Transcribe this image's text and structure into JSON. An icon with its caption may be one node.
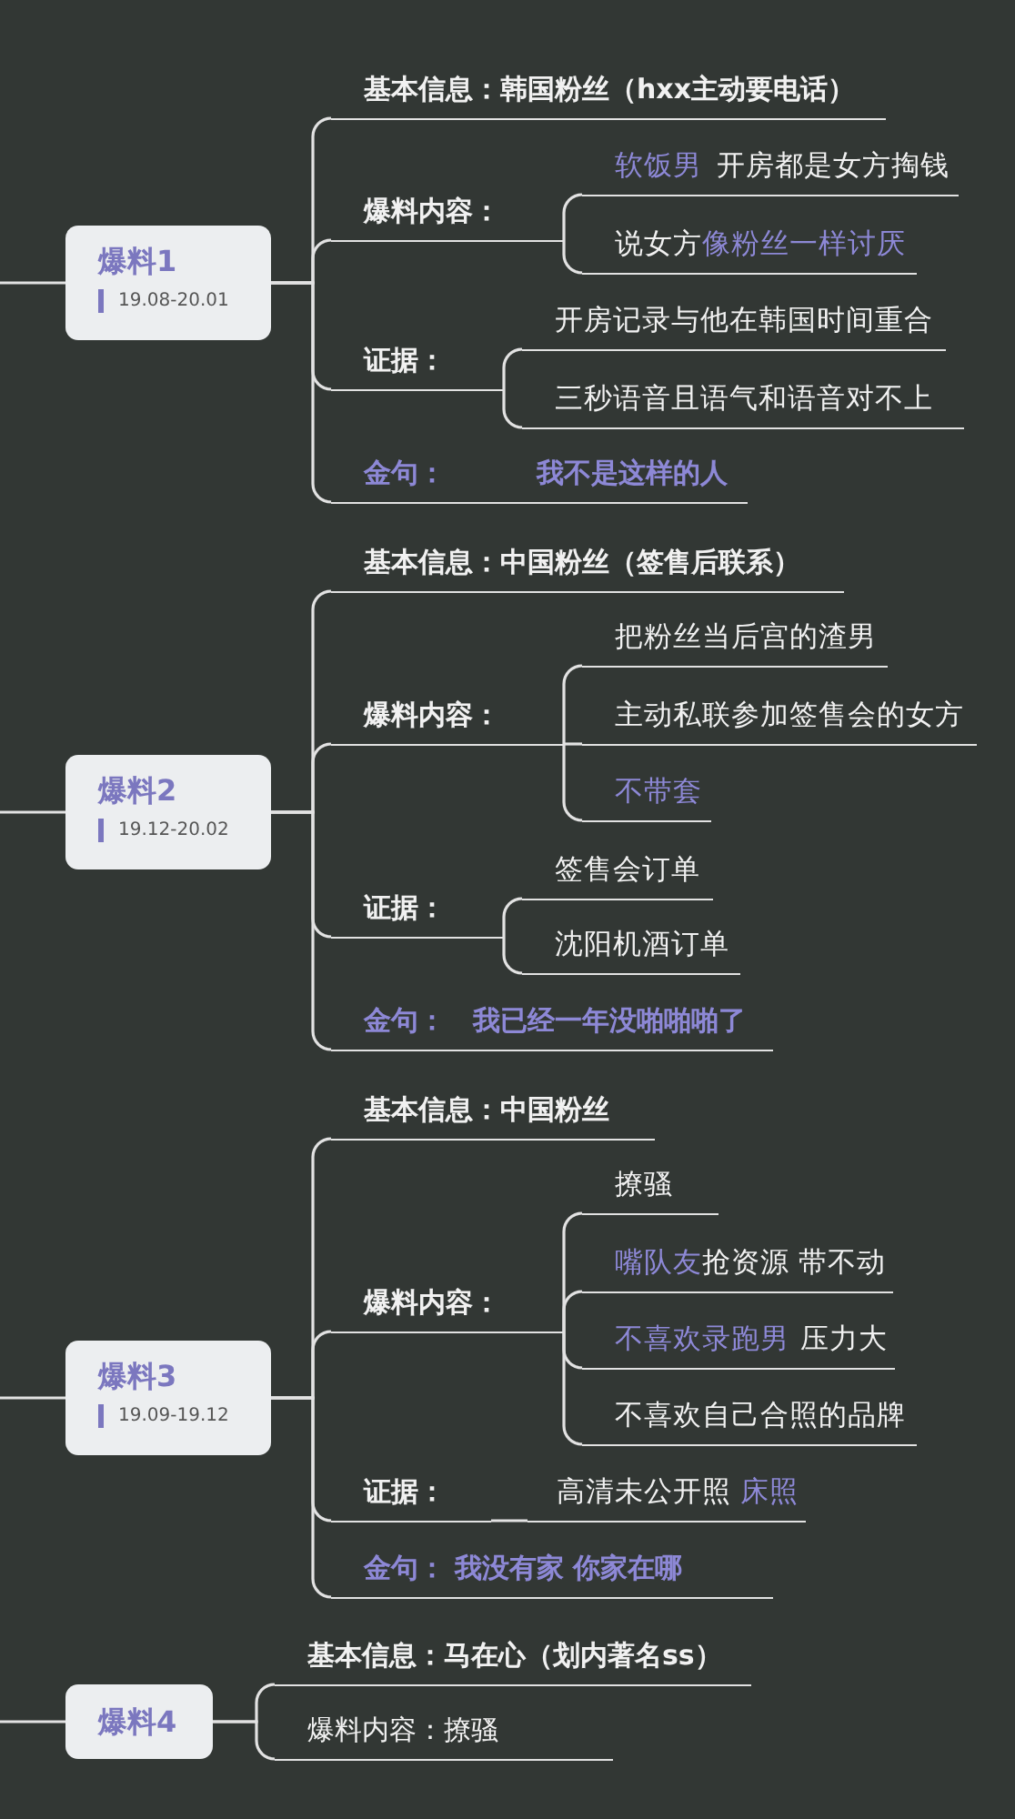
{
  "diagram": {
    "nodes": [
      {
        "text": [
          "爆料1",
          "19.08-20.01"
        ]
      },
      {
        "text": [
          "基本信息：韩国粉丝（hxx主动要电话）"
        ]
      },
      {
        "text": [
          "爆料内容："
        ]
      },
      {
        "text": [
          "软饭男",
          "开房都是女方掏钱"
        ]
      },
      {
        "text": [
          "说女方",
          "像粉丝一样讨厌"
        ]
      },
      {
        "text": [
          "证据："
        ]
      },
      {
        "text": [
          "开房记录与他在韩国时间重合"
        ]
      },
      {
        "text": [
          "三秒语音且语气和语音对不上"
        ]
      },
      {
        "text": [
          "金句：",
          "我不是这样的人"
        ]
      },
      {
        "text": [
          "爆料2",
          "19.12-20.02"
        ]
      },
      {
        "text": [
          "基本信息：中国粉丝（签售后联系）"
        ]
      },
      {
        "text": [
          "爆料内容："
        ]
      },
      {
        "text": [
          "把粉丝当后宫的渣男"
        ]
      },
      {
        "text": [
          "主动私联参加签售会的女方"
        ]
      },
      {
        "text": [
          "不带套"
        ]
      },
      {
        "text": [
          "证据："
        ]
      },
      {
        "text": [
          "签售会订单"
        ]
      },
      {
        "text": [
          "沈阳机酒订单"
        ]
      },
      {
        "text": [
          "金句：",
          "我已经一年没啪啪啪了"
        ]
      },
      {
        "text": [
          "爆料3",
          "19.09-19.12"
        ]
      },
      {
        "text": [
          "基本信息：中国粉丝"
        ]
      },
      {
        "text": [
          "爆料内容："
        ]
      },
      {
        "text": [
          "撩骚"
        ]
      },
      {
        "text": [
          "嘴队友",
          "抢资源 带不动"
        ]
      },
      {
        "text": [
          "不喜欢录跑男",
          "压力大"
        ]
      },
      {
        "text": [
          "不喜欢自己合照的品牌"
        ]
      },
      {
        "text": [
          "证据："
        ]
      },
      {
        "text": [
          "高清未公开照",
          "床照"
        ]
      },
      {
        "text": [
          "金句：",
          "我没有家 你家在哪"
        ]
      },
      {
        "text": [
          "爆料4"
        ]
      },
      {
        "text": [
          "基本信息：马在心（划内著名ss）"
        ]
      },
      {
        "text": [
          "爆料内容：撩骚"
        ]
      }
    ],
    "edges": [
      {
        "from": null,
        "to": 0,
        "arrow": "none"
      },
      {
        "from": 0,
        "to": 1,
        "arrow": "none"
      },
      {
        "from": 0,
        "to": 2,
        "arrow": "none"
      },
      {
        "from": 2,
        "to": 3,
        "arrow": "none"
      },
      {
        "from": 2,
        "to": 4,
        "arrow": "none"
      },
      {
        "from": 0,
        "to": 5,
        "arrow": "none"
      },
      {
        "from": 5,
        "to": 6,
        "arrow": "none"
      },
      {
        "from": 5,
        "to": 7,
        "arrow": "none"
      },
      {
        "from": 0,
        "to": 8,
        "arrow": "none"
      },
      {
        "from": null,
        "to": 9,
        "arrow": "none"
      },
      {
        "from": 9,
        "to": 10,
        "arrow": "none"
      },
      {
        "from": 9,
        "to": 11,
        "arrow": "none"
      },
      {
        "from": 11,
        "to": 12,
        "arrow": "none"
      },
      {
        "from": 11,
        "to": 13,
        "arrow": "none"
      },
      {
        "from": 11,
        "to": 14,
        "arrow": "none"
      },
      {
        "from": 9,
        "to": 15,
        "arrow": "none"
      },
      {
        "from": 15,
        "to": 16,
        "arrow": "none"
      },
      {
        "from": 15,
        "to": 17,
        "arrow": "none"
      },
      {
        "from": 9,
        "to": 18,
        "arrow": "none"
      },
      {
        "from": null,
        "to": 19,
        "arrow": "none"
      },
      {
        "from": 19,
        "to": 20,
        "arrow": "none"
      },
      {
        "from": 19,
        "to": 21,
        "arrow": "none"
      },
      {
        "from": 21,
        "to": 22,
        "arrow": "none"
      },
      {
        "from": 21,
        "to": 23,
        "arrow": "none"
      },
      {
        "from": 21,
        "to": 24,
        "arrow": "none"
      },
      {
        "from": 21,
        "to": 25,
        "arrow": "none"
      },
      {
        "from": 19,
        "to": 26,
        "arrow": "none"
      },
      {
        "from": 26,
        "to": 27,
        "arrow": "none"
      },
      {
        "from": 19,
        "to": 28,
        "arrow": "none"
      },
      {
        "from": null,
        "to": 29,
        "arrow": "none"
      },
      {
        "from": 29,
        "to": 30,
        "arrow": "none"
      },
      {
        "from": 29,
        "to": 31,
        "arrow": "none"
      }
    ]
  }
}
